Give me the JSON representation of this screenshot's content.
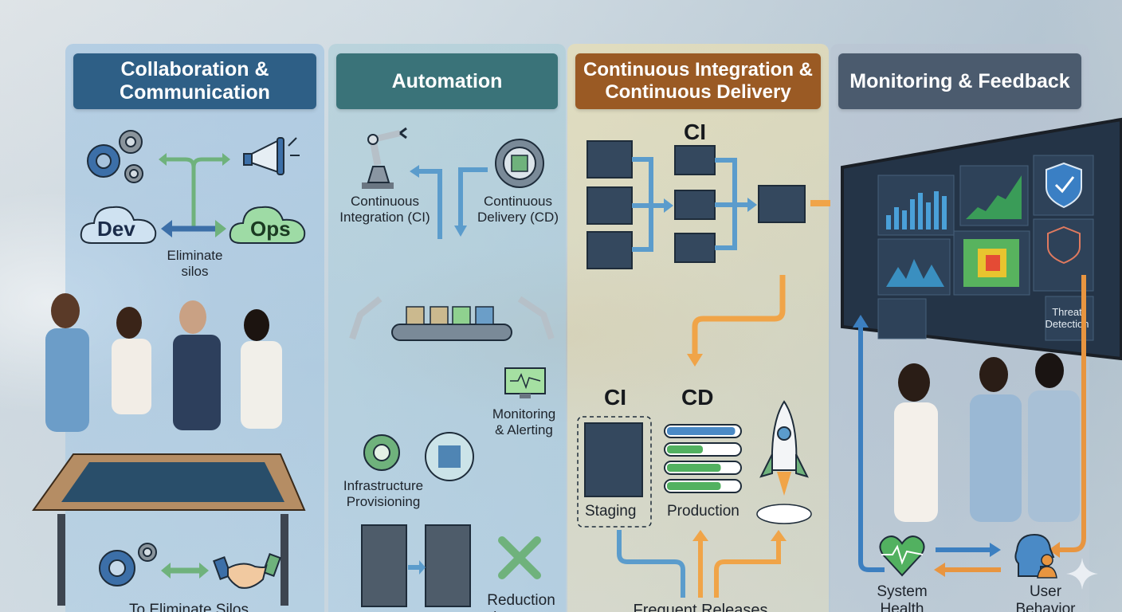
{
  "title": "DevOps Principles",
  "panels": [
    {
      "header": "Collaboration & Communication",
      "color": "#2e5f86",
      "labels": {
        "dev": "Dev",
        "ops": "Ops",
        "eliminate_silos": "Eliminate silos",
        "to_eliminate_silos": "To Eliminate Silos"
      },
      "icons": [
        "gears-icon",
        "megaphone-icon",
        "dev-cloud-icon",
        "ops-cloud-icon",
        "handshake-icon"
      ]
    },
    {
      "header": "Automation",
      "color": "#3a7379",
      "labels": {
        "ci": "Continuous Integration (CI)",
        "cd": "Continuous Delivery (CD)",
        "monitoring": "Monitoring & Alerting",
        "infra": "Infrastructure Provisioning",
        "errors": "Reduction in errors"
      },
      "icons": [
        "robot-arm-icon",
        "gear-box-icon",
        "conveyor-belt-icon",
        "monitor-pulse-icon",
        "gear-icon",
        "server-rack-icon",
        "wrench-icon"
      ]
    },
    {
      "header": "Continuous Integration & Continuous Delivery",
      "color": "#9a5a24",
      "labels": {
        "ci_top": "CI",
        "ci": "CI",
        "cd": "CD",
        "staging": "Staging",
        "production": "Production",
        "frequent_releases": "Frequent Releases"
      },
      "production_progress": [
        0.95,
        0.5,
        0.75,
        0.75
      ],
      "icons": [
        "code-window-icon",
        "rocket-icon"
      ]
    },
    {
      "header": "Monitoring & Feedback",
      "color": "#4b5b6e",
      "labels": {
        "threat": "Threat Detection",
        "system_health": "System Health",
        "user_behavior": "User Behavior"
      },
      "icons": [
        "dashboard-icon",
        "shield-check-icon",
        "shield-lock-icon",
        "heart-pulse-icon",
        "user-head-icon"
      ]
    }
  ]
}
